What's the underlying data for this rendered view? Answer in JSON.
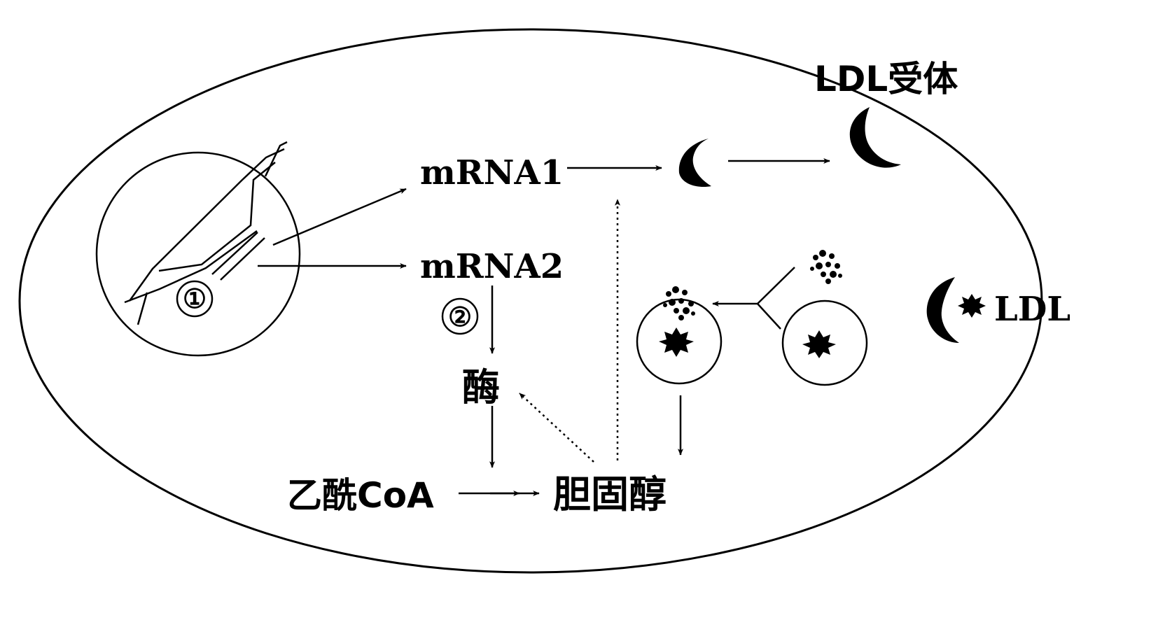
{
  "labels": {
    "ldl_receptor": "LDL受体",
    "ldl": "LDL",
    "mrna1": "mRNA1",
    "mrna2": "mRNA2",
    "step1": "①",
    "step2": "②",
    "enzyme": "酶",
    "acetyl_coa": "乙酰CoA",
    "cholesterol": "胆固醇"
  }
}
